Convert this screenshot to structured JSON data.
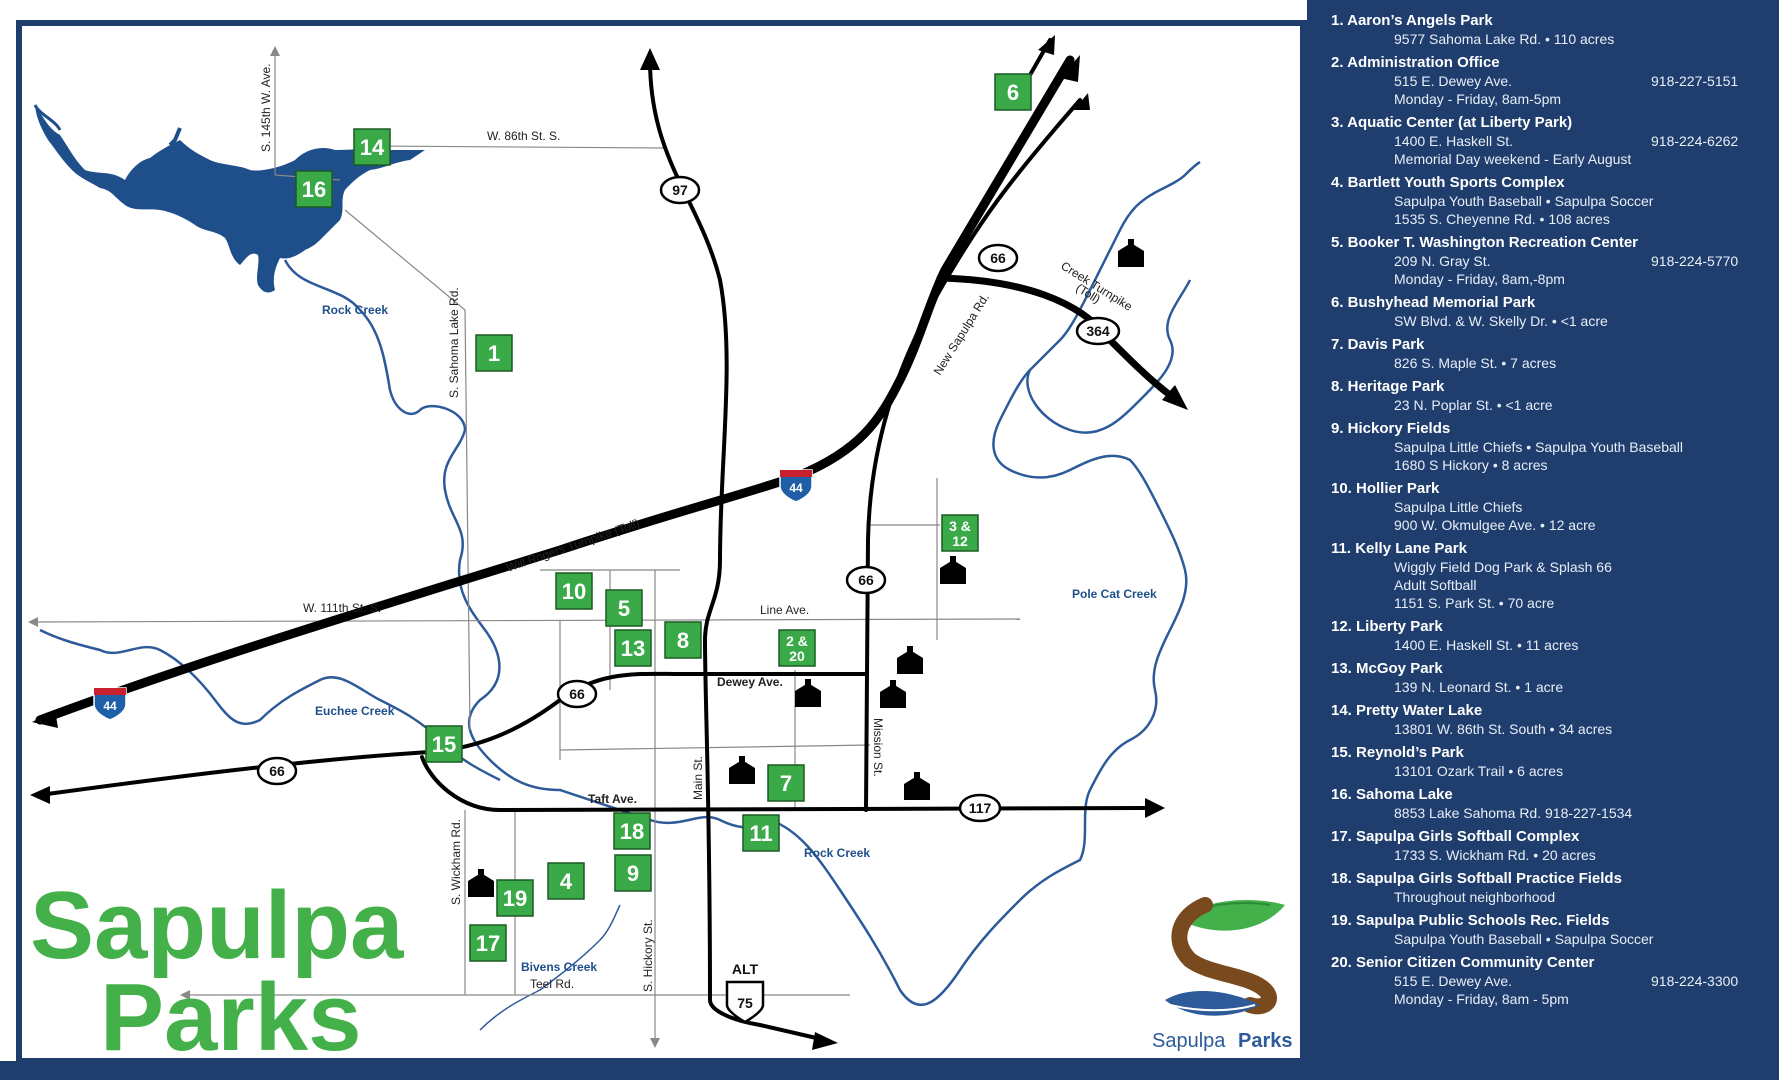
{
  "title": {
    "line1": "Sapulpa",
    "line2": "Parks"
  },
  "logo": {
    "brand": "Sapulpa",
    "brand_bold": "Parks",
    "icon": "sapulpa-s-leaf-logo"
  },
  "colors": {
    "navy": "#1f3e6e",
    "green": "#43b04a",
    "creek": "#1f4f8a"
  },
  "road_labels": {
    "w86": "W. 86th St. S.",
    "s145": "S. 145th W. Ave.",
    "sahoma": "S. Sahoma Lake Rd.",
    "w111": "W. 111th St. S.",
    "will_rogers": "Will Rogers Turnpike (Toll)",
    "line_ave": "Line Ave.",
    "dewey": "Dewey Ave.",
    "main": "Main St.",
    "mission": "Mission St.",
    "taft": "Taft Ave.",
    "wickham": "S. Wickham Rd.",
    "hickory": "S. Hickory St.",
    "teel": "Teel Rd.",
    "new_sapulpa": "New Sapulpa Rd.",
    "creek_turnpike": "Creek Turnpike",
    "toll": "(Toll)"
  },
  "creek_labels": {
    "rock1": "Rock Creek",
    "rock2": "Rock Creek",
    "euchee": "Euchee Creek",
    "pole_cat": "Pole Cat Creek",
    "bivens": "Bivens Creek"
  },
  "shields": {
    "r97": "97",
    "r66a": "66",
    "r66b": "66",
    "r66c": "66",
    "r66d": "66",
    "r364": "364",
    "r117": "117",
    "i44a": "44",
    "i44b": "44",
    "alt": "ALT",
    "r75": "75"
  },
  "markers": {
    "m1": "1",
    "m4": "4",
    "m5": "5",
    "m6": "6",
    "m7": "7",
    "m8": "8",
    "m9": "9",
    "m10": "10",
    "m11": "11",
    "m13": "13",
    "m14": "14",
    "m15": "15",
    "m16": "16",
    "m17": "17",
    "m18": "18",
    "m19": "19",
    "m3_12a": "3 &",
    "m3_12b": "12",
    "m2_20a": "2 &",
    "m2_20b": "20"
  },
  "parks": [
    {
      "title": "1. Aaron’s Angels Park",
      "lines": [
        {
          "text": "9577 Sahoma Lake Rd. • 110 acres",
          "phone": ""
        }
      ]
    },
    {
      "title": "2. Administration Office",
      "lines": [
        {
          "text": "515 E. Dewey Ave.",
          "phone": "918-227-5151"
        },
        {
          "text": "Monday - Friday, 8am-5pm",
          "phone": ""
        }
      ]
    },
    {
      "title": "3. Aquatic Center (at Liberty Park)",
      "lines": [
        {
          "text": "1400 E. Haskell St.",
          "phone": "918-224-6262"
        },
        {
          "text": "Memorial Day weekend - Early August",
          "phone": ""
        }
      ]
    },
    {
      "title": "4. Bartlett Youth Sports Complex",
      "lines": [
        {
          "text": "Sapulpa Youth Baseball • Sapulpa Soccer",
          "phone": ""
        },
        {
          "text": "1535 S. Cheyenne Rd. • 108 acres",
          "phone": ""
        }
      ]
    },
    {
      "title": "5. Booker T. Washington Recreation Center",
      "lines": [
        {
          "text": "209 N. Gray St.",
          "phone": "918-224-5770"
        },
        {
          "text": "Monday - Friday, 8am,-8pm",
          "phone": ""
        }
      ]
    },
    {
      "title": "6. Bushyhead Memorial Park",
      "lines": [
        {
          "text": "SW Blvd. & W. Skelly Dr. • <1 acre",
          "phone": ""
        }
      ]
    },
    {
      "title": "7. Davis Park",
      "lines": [
        {
          "text": "826 S. Maple St. • 7 acres",
          "phone": ""
        }
      ]
    },
    {
      "title": "8. Heritage Park",
      "lines": [
        {
          "text": "23 N. Poplar St. • <1 acre",
          "phone": ""
        }
      ]
    },
    {
      "title": "9. Hickory Fields",
      "lines": [
        {
          "text": "Sapulpa Little Chiefs • Sapulpa Youth Baseball",
          "phone": ""
        },
        {
          "text": "1680 S Hickory • 8 acres",
          "phone": ""
        }
      ]
    },
    {
      "title": "10. Hollier Park",
      "lines": [
        {
          "text": "Sapulpa Little Chiefs",
          "phone": ""
        },
        {
          "text": "900 W. Okmulgee Ave. • 12 acre",
          "phone": ""
        }
      ]
    },
    {
      "title": "11. Kelly Lane Park",
      "lines": [
        {
          "text": "Wiggly Field Dog Park & Splash 66",
          "phone": ""
        },
        {
          "text": "Adult Softball",
          "phone": ""
        },
        {
          "text": "1151 S. Park St. • 70 acre",
          "phone": ""
        }
      ]
    },
    {
      "title": "12. Liberty Park",
      "lines": [
        {
          "text": "1400 E. Haskell St. • 11 acres",
          "phone": ""
        }
      ]
    },
    {
      "title": "13. McGoy Park",
      "lines": [
        {
          "text": "139 N. Leonard St. • 1 acre",
          "phone": ""
        }
      ]
    },
    {
      "title": "14. Pretty Water Lake",
      "lines": [
        {
          "text": "13801 W. 86th St. South • 34 acres",
          "phone": ""
        }
      ]
    },
    {
      "title": "15. Reynold’s Park",
      "lines": [
        {
          "text": "13101 Ozark Trail • 6 acres",
          "phone": ""
        }
      ]
    },
    {
      "title": "16. Sahoma Lake",
      "lines": [
        {
          "text": "8853 Lake Sahoma Rd.     918-227-1534",
          "phone": ""
        }
      ]
    },
    {
      "title": "17. Sapulpa Girls Softball Complex",
      "lines": [
        {
          "text": "1733 S. Wickham Rd. • 20 acres",
          "phone": ""
        }
      ]
    },
    {
      "title": "18. Sapulpa Girls Softball Practice Fields",
      "lines": [
        {
          "text": "Throughout neighborhood",
          "phone": ""
        }
      ]
    },
    {
      "title": "19. Sapulpa Public Schools Rec. Fields",
      "lines": [
        {
          "text": "Sapulpa Youth Baseball • Sapulpa Soccer",
          "phone": ""
        }
      ]
    },
    {
      "title": "20. Senior Citizen Community Center",
      "lines": [
        {
          "text": "515 E. Dewey Ave.",
          "phone": "918-224-3300"
        },
        {
          "text": "Monday - Friday, 8am - 5pm",
          "phone": ""
        }
      ]
    }
  ]
}
